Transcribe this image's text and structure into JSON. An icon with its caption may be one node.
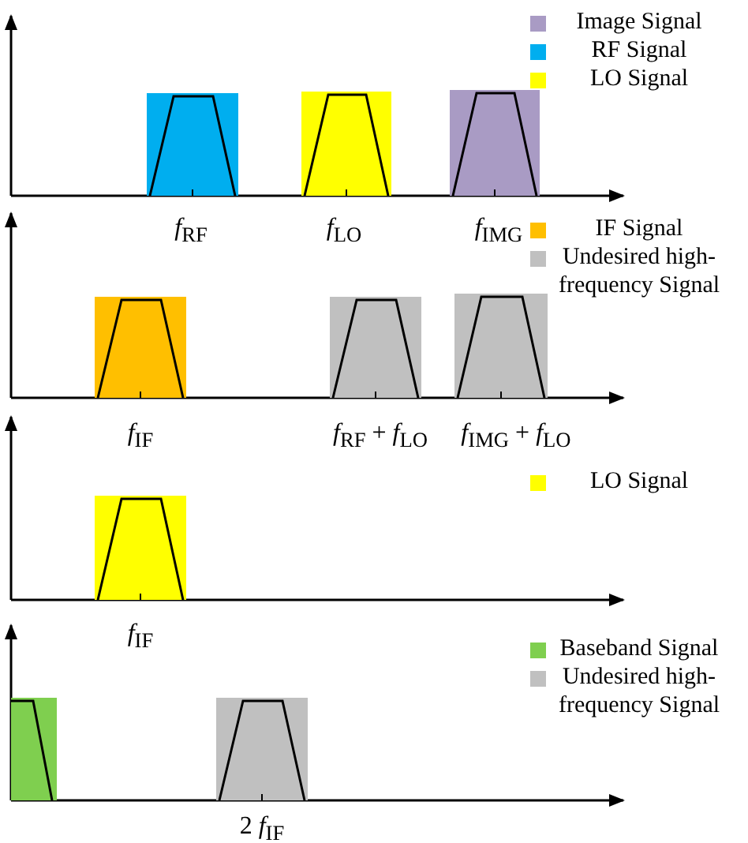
{
  "diagram": {
    "labels": [
      "*f*$_{RF}$",
      "*f*$_{LO}$",
      "*f*$_{IMG}$",
      "*f*$_{IF}$",
      "*f*$_{RF}$ + *f*$_{LO}$",
      "*f*$_{IMG}$ + *f*$_{LO}$",
      "*f*$_{IF}$",
      "2 *f*$_{IF}$"
    ],
    "legend": [
      {
        "text": "Image Signal",
        "color": "#a99bc4"
      },
      {
        "text": "RF Signal",
        "color": "#00aeef"
      },
      {
        "text": "LO Signal",
        "color": "#ffff00"
      },
      {
        "text": "IF Signal",
        "color": "#ffbf00"
      },
      {
        "text": "Undesired high-frequency Signal",
        "color": "#c0c0c0"
      },
      {
        "text": "LO Signal",
        "color": "#ffff00"
      },
      {
        "text": "Baseband Signal",
        "color": "#7fcf4f"
      },
      {
        "text": "Undesired high-frequency Signal",
        "color": "#c0c0c0"
      }
    ]
  }
}
